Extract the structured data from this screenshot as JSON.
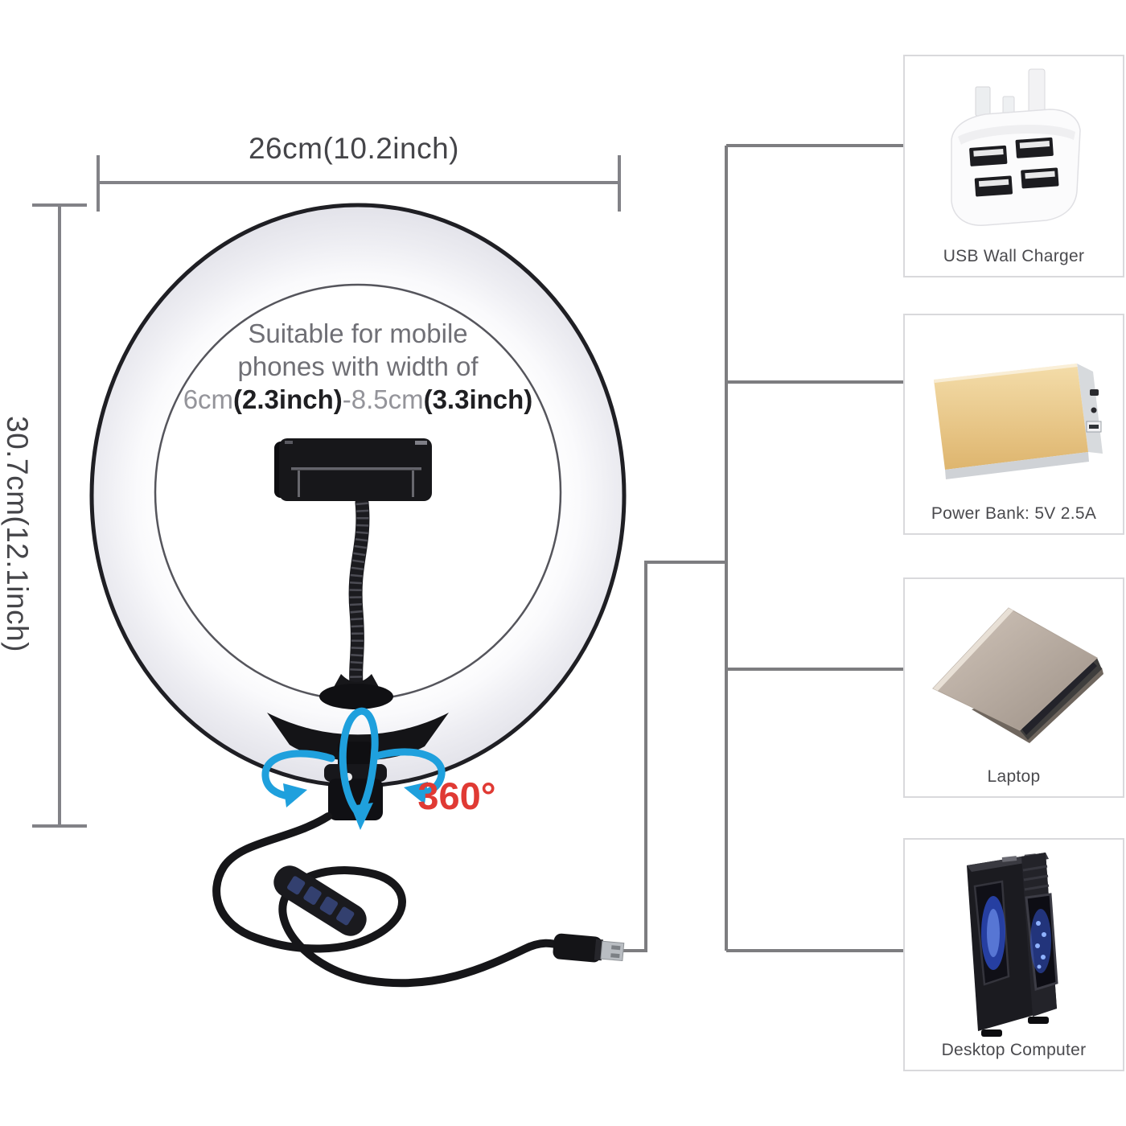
{
  "dimensions": {
    "width_label": "26cm(10.2inch)",
    "height_label": "30.7cm(12.1inch)"
  },
  "ring": {
    "caption_line1": "Suitable for mobile",
    "caption_line2": "phones with width of",
    "caption_line3": [
      {
        "text": "6cm",
        "emphasis": false
      },
      {
        "text": "(2.3inch)",
        "emphasis": true
      },
      {
        "text": "-8.5cm",
        "emphasis": false
      },
      {
        "text": "(3.3inch)",
        "emphasis": true
      }
    ],
    "rotation_label": "360°"
  },
  "connected_devices": [
    {
      "id": "usb-wall-charger",
      "label": "USB Wall Charger"
    },
    {
      "id": "power-bank",
      "label": "Power Bank: 5V 2.5A"
    },
    {
      "id": "laptop",
      "label": "Laptop"
    },
    {
      "id": "desktop-computer",
      "label": "Desktop Computer"
    }
  ],
  "colors": {
    "arrow_blue": "#1fa0dd",
    "rotation_red": "#e03a34",
    "line_gray": "#7f7f7f",
    "power_bank_gold": "#e8c27a"
  }
}
